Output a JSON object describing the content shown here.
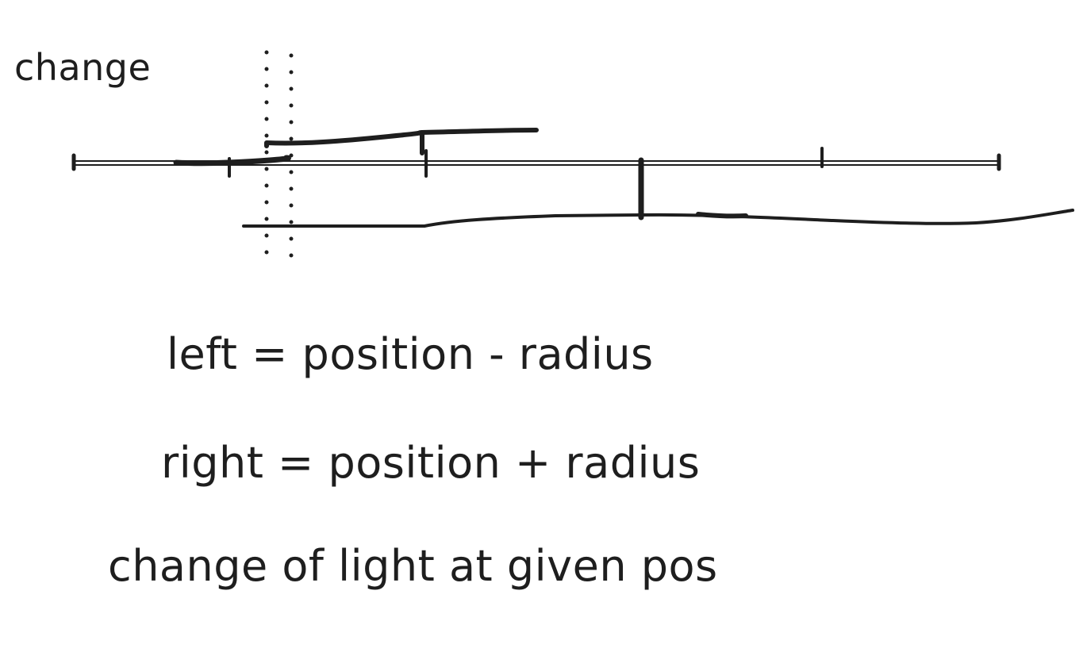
{
  "colors": {
    "background": "#ffffff",
    "ink": "#1e1e1e"
  },
  "labels": {
    "change": "change",
    "left_formula": "left = position - radius",
    "right_formula": "right = position + radius",
    "change_of_light": "change of light at given pos"
  },
  "diagram": {
    "elements": [
      "number-line",
      "tick-marks",
      "upper-step-curve",
      "lower-step-curve",
      "dotted-guide-lines"
    ]
  }
}
